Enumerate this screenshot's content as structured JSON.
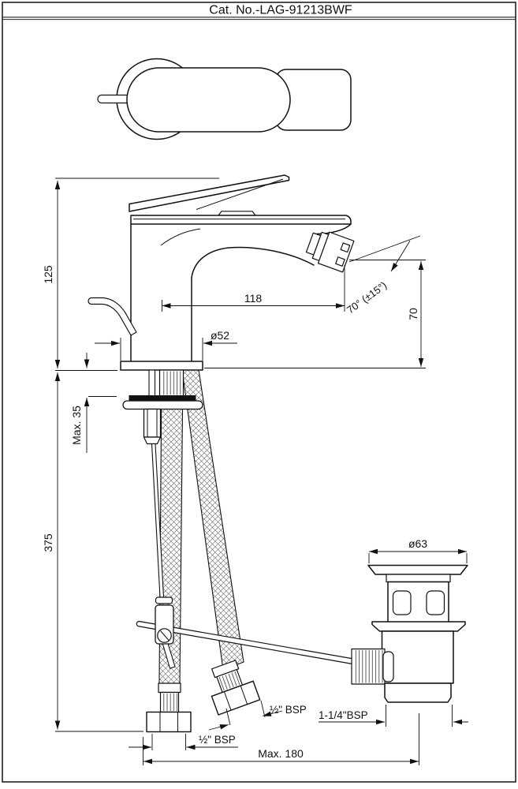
{
  "title": "Cat. No.-LAG-91213BWF",
  "labels": {
    "overall_height": "125",
    "spout_reach": "118",
    "spray_angle": "70° (±15°)",
    "spout_height": "70",
    "base_diameter": "ø52",
    "max_deck_thickness": "Max. 35",
    "hose_drop": "375",
    "waste_flange_diameter": "ø63",
    "left_hose_thread": "½\" BSP",
    "right_hose_thread": "½\" BSP",
    "waste_thread": "1-1/4\"BSP",
    "max_centre_distance": "Max. 180"
  }
}
